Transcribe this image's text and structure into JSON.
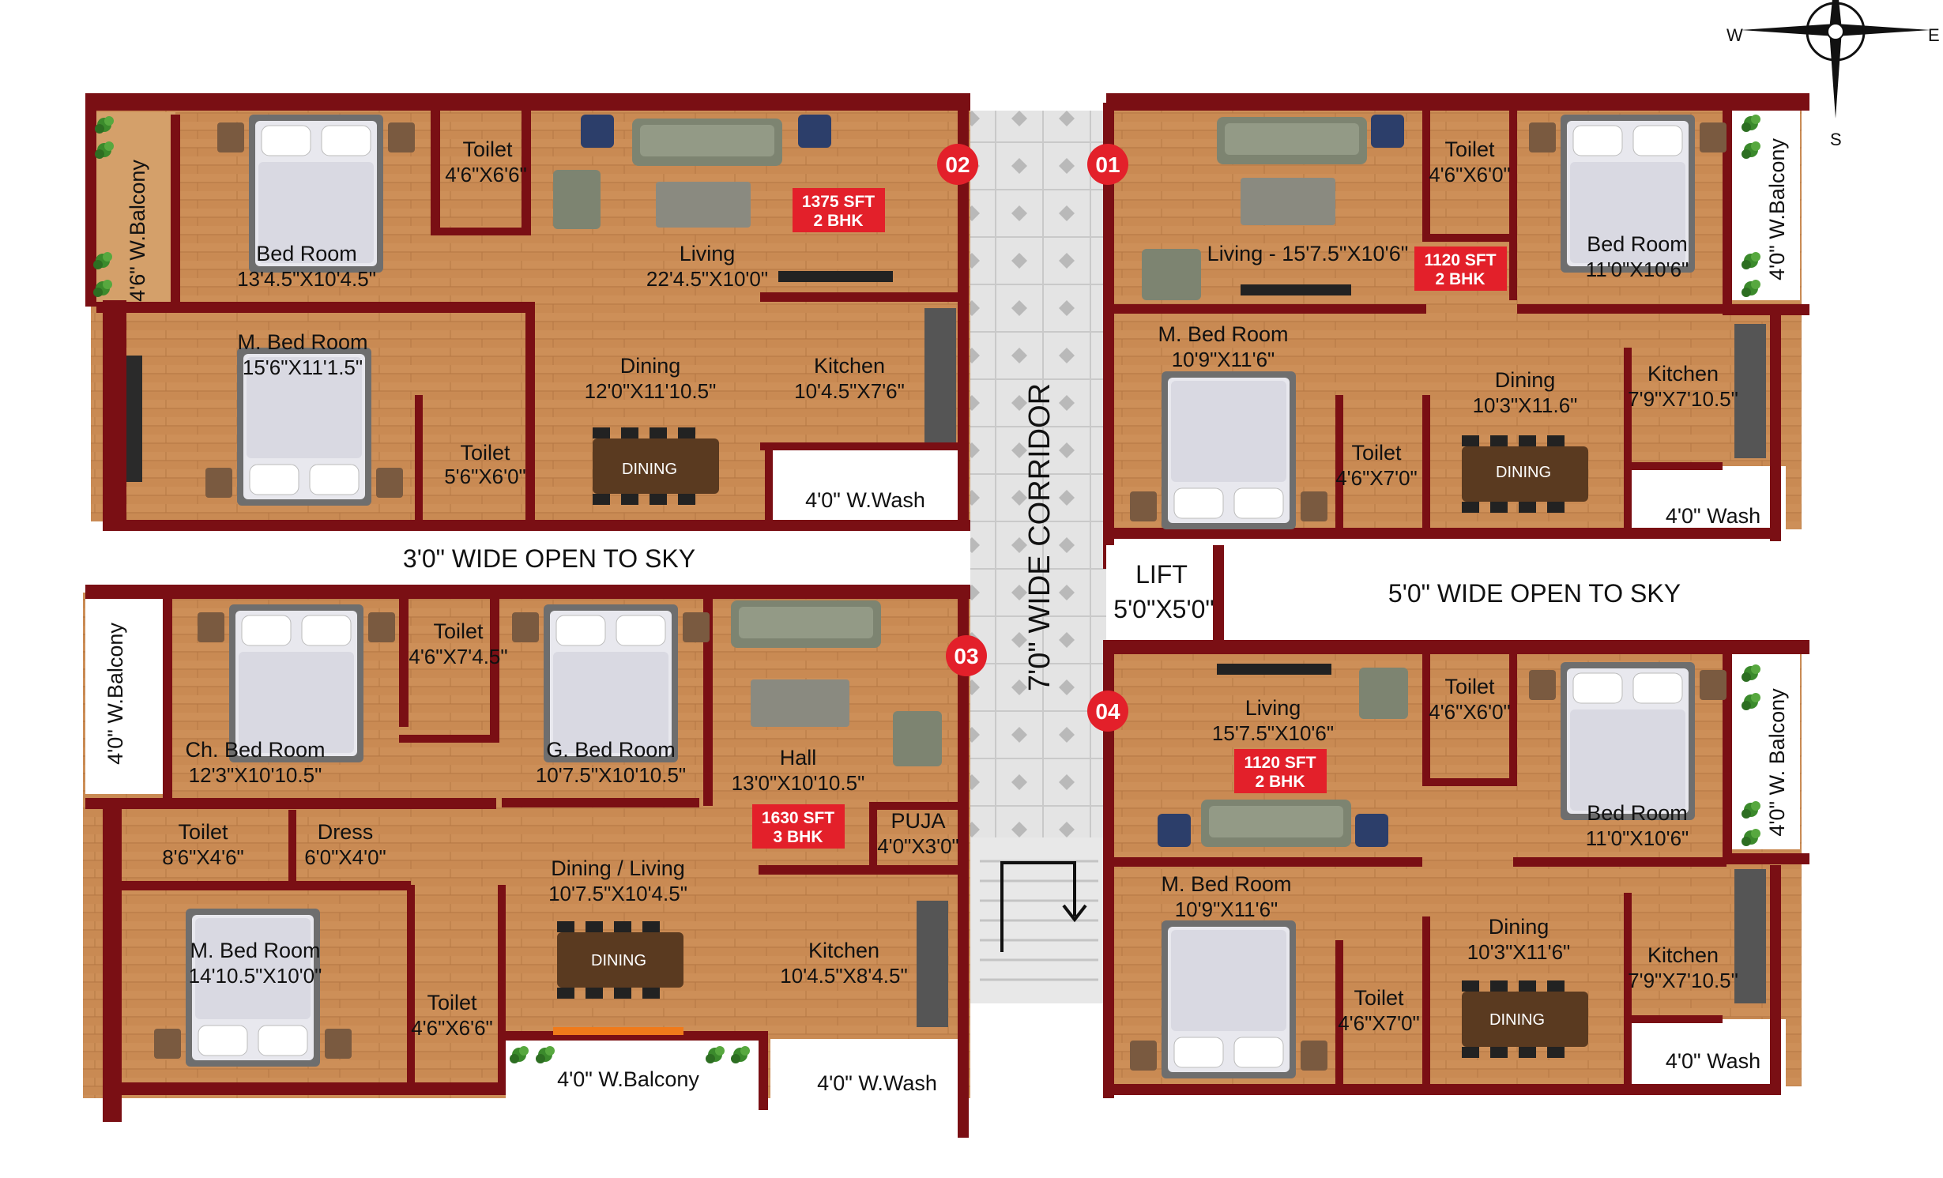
{
  "compass": {
    "west": "W",
    "east": "E",
    "south": "S"
  },
  "corridor": {
    "label": "7'0\" WIDE CORRIDOR"
  },
  "open_to_sky": {
    "left": "3'0\" WIDE OPEN TO SKY",
    "right": "5'0\" WIDE OPEN TO SKY"
  },
  "lift": {
    "name": "LIFT",
    "dim": "5'0\"X5'0\""
  },
  "units": [
    {
      "number": "02",
      "area": "1375 SFT",
      "type": "2 BHK"
    },
    {
      "number": "01",
      "area": "1120 SFT",
      "type": "2 BHK"
    },
    {
      "number": "03",
      "area": "1630 SFT",
      "type": "3 BHK"
    },
    {
      "number": "04",
      "area": "1120 SFT",
      "type": "2 BHK"
    }
  ],
  "unit02": {
    "balcony": "4'6\" W.Balcony",
    "bed": {
      "name": "Bed Room",
      "dim": "13'4.5\"X10'4.5\""
    },
    "toilet1": {
      "name": "Toilet",
      "dim": "4'6\"X6'6\""
    },
    "living": {
      "name": "Living",
      "dim": "22'4.5\"X10'0\""
    },
    "mbed": {
      "name": "M. Bed Room",
      "dim": "15'6\"X11'1.5\""
    },
    "toilet2": {
      "name": "Toilet",
      "dim": "5'6\"X6'0\""
    },
    "dining": {
      "name": "Dining",
      "dim": "12'0\"X11'10.5\""
    },
    "kitchen": {
      "name": "Kitchen",
      "dim": "10'4.5\"X7'6\""
    },
    "wash": "4'0\" W.Wash"
  },
  "unit01": {
    "living": "Living - 15'7.5\"X10'6\"",
    "toilet1": {
      "name": "Toilet",
      "dim": "4'6\"X6'0\""
    },
    "bed": {
      "name": "Bed Room",
      "dim": "11'0\"X10'6\""
    },
    "balcony": "4'0\" W.Balcony",
    "mbed": {
      "name": "M. Bed Room",
      "dim": "10'9\"X11'6\""
    },
    "toilet2": {
      "name": "Toilet",
      "dim": "4'6\"X7'0\""
    },
    "dining": {
      "name": "Dining",
      "dim": "10'3\"X11.6\""
    },
    "kitchen": {
      "name": "Kitchen",
      "dim": "7'9\"X7'10.5\""
    },
    "wash": "4'0\" Wash"
  },
  "unit03": {
    "balcony": "4'0\" W.Balcony",
    "chbed": {
      "name": "Ch. Bed Room",
      "dim": "12'3\"X10'10.5\""
    },
    "toilet1": {
      "name": "Toilet",
      "dim": "4'6\"X7'4.5\""
    },
    "gbed": {
      "name": "G. Bed Room",
      "dim": "10'7.5\"X10'10.5\""
    },
    "hall": {
      "name": "Hall",
      "dim": "13'0\"X10'10.5\""
    },
    "toilet2": {
      "name": "Toilet",
      "dim": "8'6\"X4'6\""
    },
    "dress": {
      "name": "Dress",
      "dim": "6'0\"X4'0\""
    },
    "puja": {
      "name": "PUJA",
      "dim": "4'0\"X3'0\""
    },
    "dining": {
      "name": "Dining / Living",
      "dim": "10'7.5\"X10'4.5\""
    },
    "mbed": {
      "name": "M. Bed Room",
      "dim": "14'10.5\"X10'0\""
    },
    "toilet3": {
      "name": "Toilet",
      "dim": "4'6\"X6'6\""
    },
    "kitchen": {
      "name": "Kitchen",
      "dim": "10'4.5\"X8'4.5\""
    },
    "balcony2": "4'0\" W.Balcony",
    "wash": "4'0\" W.Wash"
  },
  "unit04": {
    "living": {
      "name": "Living",
      "dim": "15'7.5\"X10'6\""
    },
    "toilet1": {
      "name": "Toilet",
      "dim": "4'6\"X6'0\""
    },
    "bed": {
      "name": "Bed Room",
      "dim": "11'0\"X10'6\""
    },
    "balcony": "4'0\" W. Balcony",
    "mbed": {
      "name": "M. Bed Room",
      "dim": "10'9\"X11'6\""
    },
    "toilet2": {
      "name": "Toilet",
      "dim": "4'6\"X7'0\""
    },
    "dining": {
      "name": "Dining",
      "dim": "10'3\"X11'6\""
    },
    "kitchen": {
      "name": "Kitchen",
      "dim": "7'9\"X7'10.5\""
    },
    "wash": "4'0\" Wash"
  },
  "furniture_label": "DINING",
  "colors": {
    "wall": "#7a0f14",
    "floor": "#c98a53",
    "badge": "#e3202a",
    "tile": "#d6d6d6"
  }
}
